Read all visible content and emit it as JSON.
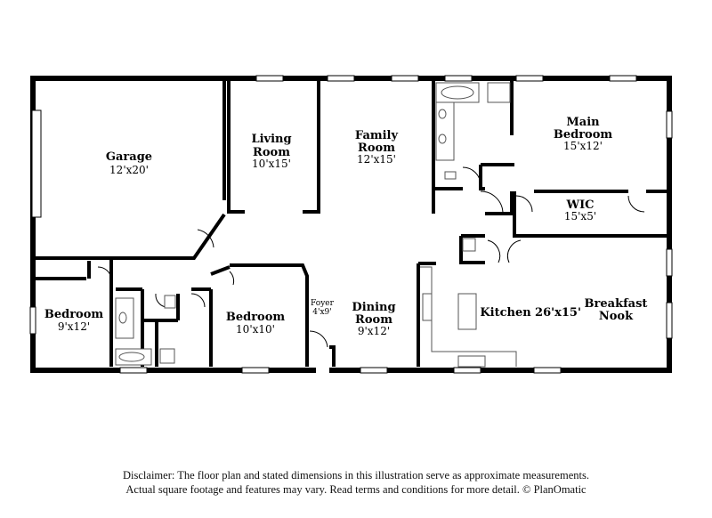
{
  "rooms": {
    "garage": {
      "name": "Garage",
      "dim": "12'x20'"
    },
    "living": {
      "line1": "Living",
      "line2": "Room",
      "dim": "10'x15'"
    },
    "family": {
      "line1": "Family",
      "line2": "Room",
      "dim": "12'x15'"
    },
    "main_bedroom": {
      "line1": "Main",
      "line2": "Bedroom",
      "dim": "15'x12'"
    },
    "wic": {
      "name": "WIC",
      "dim": "15'x5'"
    },
    "bedroom_left": {
      "name": "Bedroom",
      "dim": "9'x12'"
    },
    "bedroom_mid": {
      "name": "Bedroom",
      "dim": "10'x10'"
    },
    "foyer": {
      "name": "Foyer",
      "dim": "4'x9'"
    },
    "dining": {
      "line1": "Dining",
      "line2": "Room",
      "dim": "9'x12'"
    },
    "kitchen": {
      "name": "Kitchen",
      "dim": "26'x15'"
    },
    "breakfast": {
      "line1": "Breakfast",
      "line2": "Nook"
    }
  },
  "disclaimer": {
    "line1": "Disclaimer: The floor plan and stated dimensions in this illustration serve as approximate measurements.",
    "line2": "Actual square footage and features may vary. Read terms and conditions for more detail. © PlanOmatic"
  }
}
